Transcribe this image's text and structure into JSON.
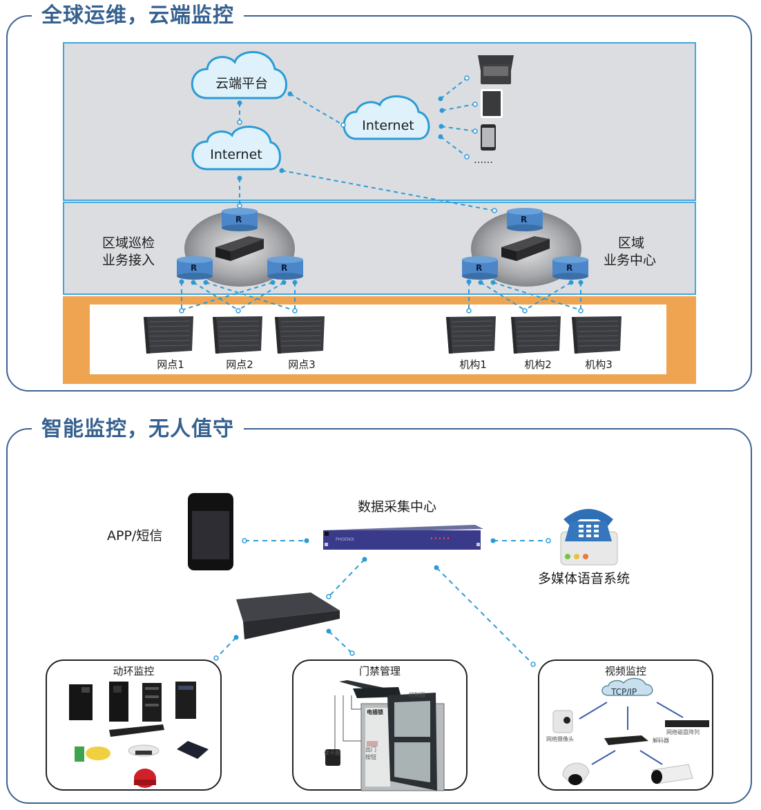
{
  "colors": {
    "frame": "#3b6190",
    "title": "#35608f",
    "panel_border": "#3fa6dc",
    "panel_fill": "#dcdde0",
    "orange": "#efa452",
    "cloud_fill": "#dff2fc",
    "connector": "#2a9bd6",
    "router_blue": "#4a86c8"
  },
  "section1": {
    "title": "全球运维，云端监控",
    "cloud_platform": "云端平台",
    "internet_left": "Internet",
    "internet_right": "Internet",
    "devices": [
      {
        "icon": "laptop-icon"
      },
      {
        "icon": "tablet-icon"
      },
      {
        "icon": "smartphone-icon"
      },
      {
        "label": "……"
      }
    ],
    "region_left": {
      "line1": "区域巡检",
      "line2": "业务接入"
    },
    "region_right": {
      "line1": "区域",
      "line2": "业务中心"
    },
    "router_label": "R",
    "nodes_left": [
      "网点1",
      "网点2",
      "网点3"
    ],
    "nodes_right": [
      "机构1",
      "机构2",
      "机构3"
    ]
  },
  "section2": {
    "title": "智能监控，无人值守",
    "app_label": "APP/短信",
    "data_center": "数据采集中心",
    "device_brand": "PHOENIX",
    "voice_system": "多媒体语音系统",
    "boxes": {
      "env": {
        "title": "动环监控"
      },
      "access": {
        "title": "门禁管理",
        "controller": "控制器",
        "lock": "电插锁",
        "reader": "读卡器",
        "exit_button": "出门按钮"
      },
      "video": {
        "title": "视频监控",
        "network": "TCP/IP",
        "camera": "网络摄像头",
        "storage": "网络磁盘阵列",
        "decoder": "解码器"
      }
    }
  }
}
